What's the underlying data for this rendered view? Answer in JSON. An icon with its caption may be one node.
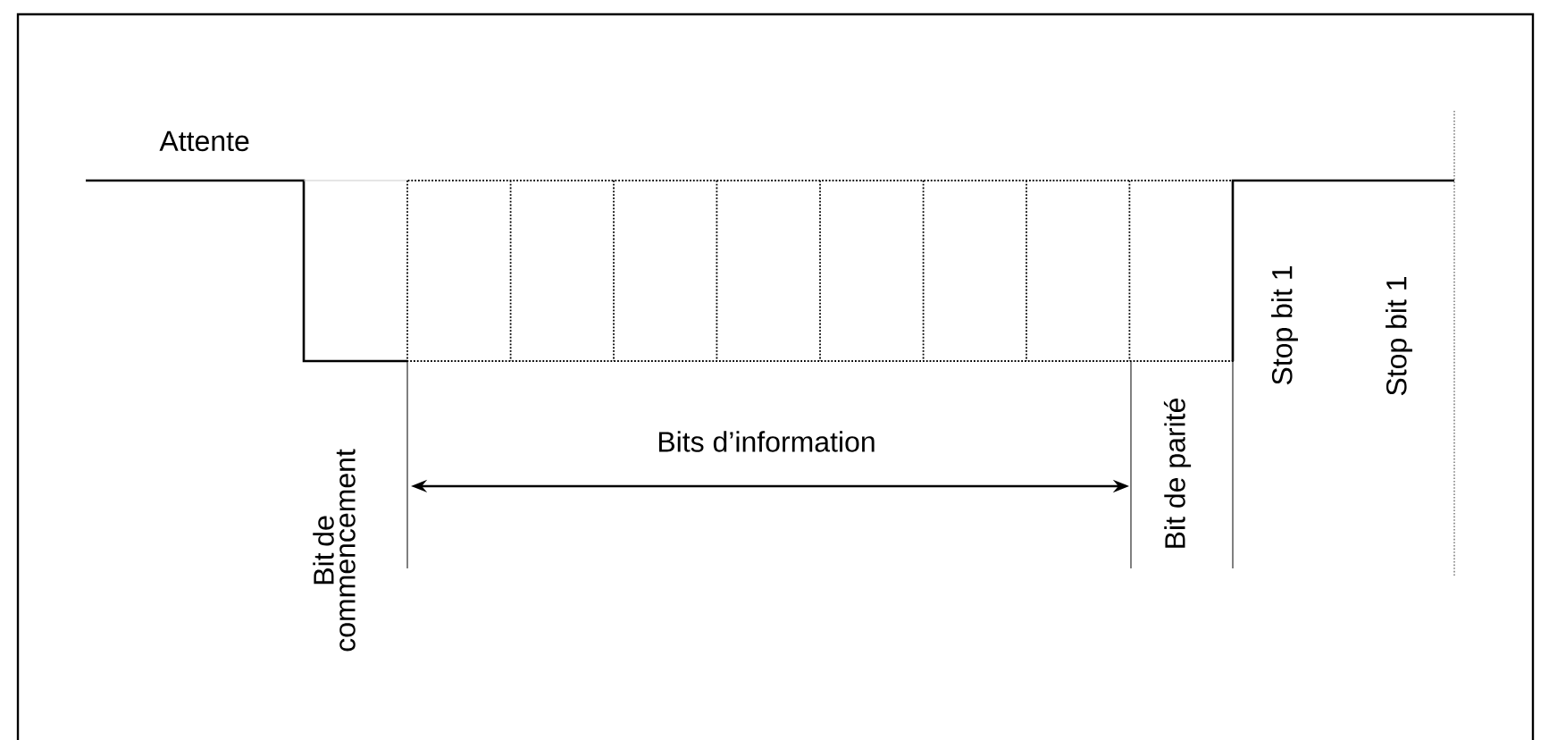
{
  "diagram": {
    "labels": [
      "Attente",
      "Bit de commencement",
      "Bits d’information",
      "Bit de parité",
      "Stop bit 1",
      "Stop bit 1"
    ]
  }
}
